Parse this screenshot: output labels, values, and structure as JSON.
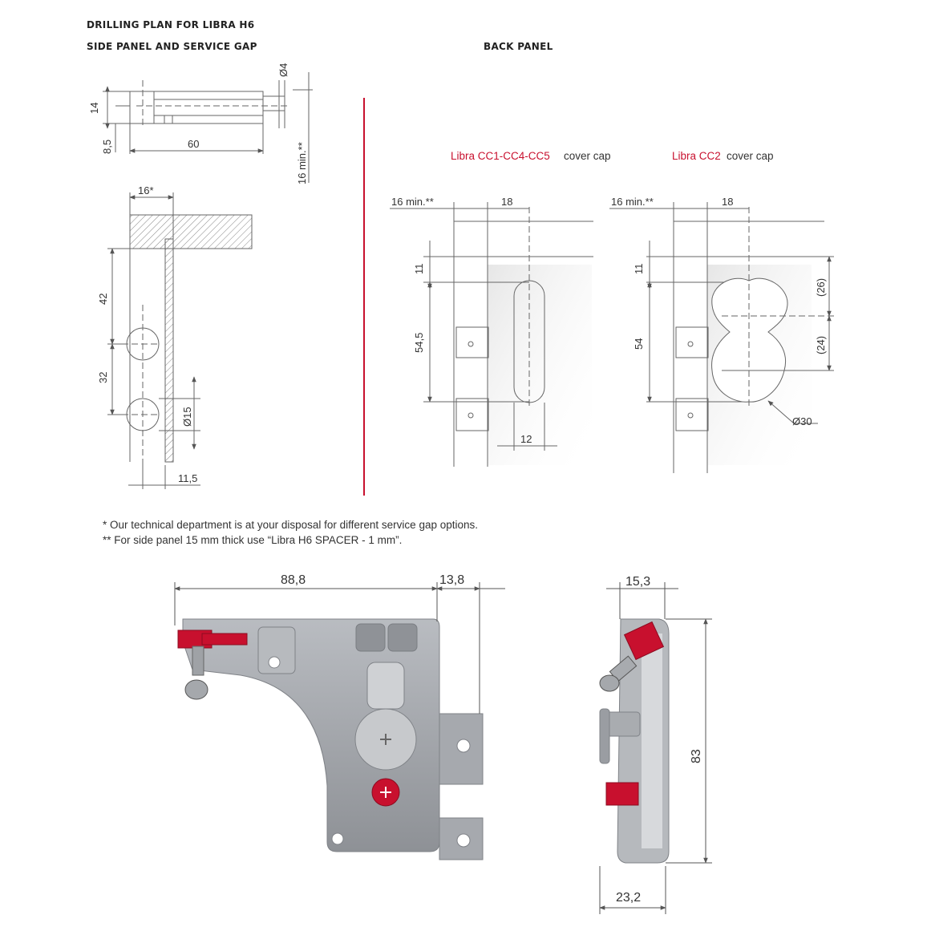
{
  "headings": {
    "title": "DRILLING PLAN FOR LIBRA H6",
    "side_panel": "SIDE PANEL AND SERVICE GAP",
    "back_panel": "BACK PANEL"
  },
  "captions": {
    "left_red": "Libra CC1-CC4-CC5",
    "left_rest": " cover cap",
    "right_red": "Libra CC2",
    "right_rest": " cover cap"
  },
  "dims": {
    "top_d4": "Ø4",
    "top_14": "14",
    "top_8_5": "8,5",
    "top_60": "60",
    "top_16min": "16 min.**",
    "side_16": "16*",
    "side_42": "42",
    "side_32": "32",
    "side_d15": "Ø15",
    "side_11_5": "11,5",
    "bp1_16min": "16 min.**",
    "bp1_18": "18",
    "bp1_11": "11",
    "bp1_54_5": "54,5",
    "bp1_12": "12",
    "bp2_16min": "16 min.**",
    "bp2_18": "18",
    "bp2_11": "11",
    "bp2_54": "54",
    "bp2_26": "(26)",
    "bp2_24": "(24)",
    "bp2_d30": "Ø30",
    "front_88_8": "88,8",
    "front_13_8": "13,8",
    "sideview_15_3": "15,3",
    "sideview_83": "83",
    "sideview_23_2": "23,2"
  },
  "notes": {
    "note1": "* Our technical department is at your disposal for different service gap options.",
    "note2": "** For side panel 15 mm thick use “Libra H6 SPACER - 1 mm”."
  },
  "colors": {
    "accent_red": "#c8102e",
    "line": "#555555",
    "hinge_grey": "#9a9da3"
  }
}
